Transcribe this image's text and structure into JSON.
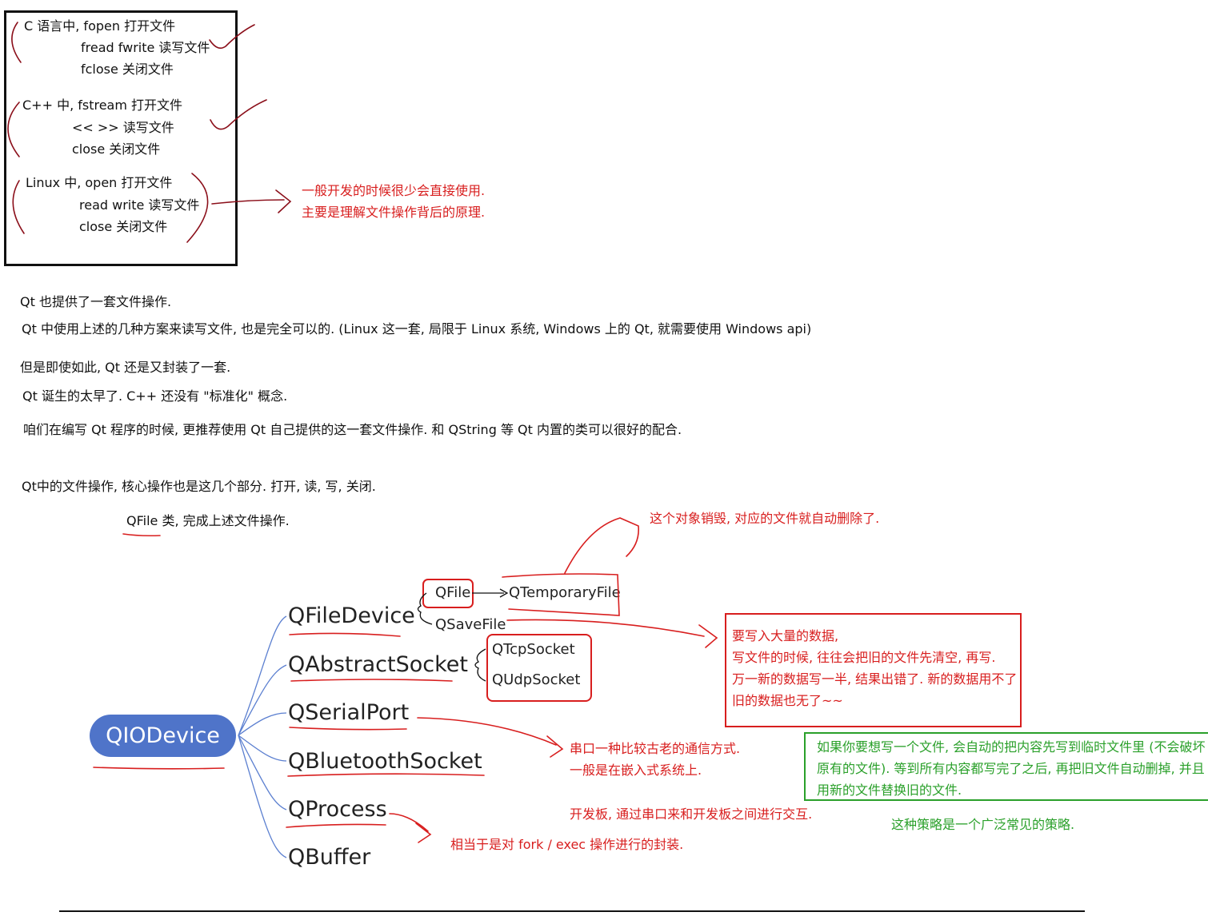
{
  "c_block": {
    "line1": "C 语言中, fopen 打开文件",
    "line2": "fread  fwrite 读写文件",
    "line3": "fclose 关闭文件"
  },
  "cpp_block": {
    "line1": "C++ 中, fstream 打开文件",
    "line2": "<<  >>   读写文件",
    "line3": "close 关闭文件"
  },
  "linux_block": {
    "line1": "Linux 中, open 打开文件",
    "line2": "read write 读写文件",
    "line3": "close 关闭文件"
  },
  "linux_note": {
    "line1": "一般开发的时候很少会直接使用.",
    "line2": "主要是理解文件操作背后的原理."
  },
  "paragraphs": {
    "p1": "Qt 也提供了一套文件操作.",
    "p2": "Qt 中使用上述的几种方案来读写文件, 也是完全可以的. (Linux 这一套, 局限于 Linux 系统, Windows 上的 Qt, 就需要使用 Windows api)",
    "p3": "但是即使如此, Qt 还是又封装了一套.",
    "p4": "Qt 诞生的太早了. C++ 还没有 \"标准化\" 概念.",
    "p5": "咱们在编写 Qt 程序的时候, 更推荐使用 Qt 自己提供的这一套文件操作. 和 QString 等 Qt 内置的类可以很好的配合.",
    "p6": "Qt中的文件操作, 核心操作也是这几个部分. 打开, 读, 写, 关闭.",
    "p7": "QFile 类, 完成上述文件操作."
  },
  "tree": {
    "root": "QIODevice",
    "children": [
      "QFileDevice",
      "QAbstractSocket",
      "QSerialPort",
      "QBluetoothSocket",
      "QProcess",
      "QBuffer"
    ],
    "file_children": [
      "QFile",
      "QSaveFile"
    ],
    "qfile_child": "QTemporaryFile",
    "socket_children": [
      "QTcpSocket",
      "QUdpSocket"
    ]
  },
  "notes": {
    "temporary": "这个对象销毁, 对应的文件就自动删除了.",
    "savefile": [
      "要写入大量的数据,",
      "写文件的时候, 往往会把旧的文件先清空, 再写.",
      "万一新的数据写一半, 结果出错了. 新的数据用不了",
      "旧的数据也无了~~"
    ],
    "serial": [
      "串口一种比较古老的通信方式.",
      "一般是在嵌入式系统上."
    ],
    "devboard": "开发板, 通过串口来和开发板之间进行交互.",
    "process": "相当于是对 fork / exec 操作进行的封装.",
    "strategy": [
      "如果你要想写一个文件, 会自动的把内容先写到临时文件里 (不会破坏",
      "原有的文件). 等到所有内容都写完了之后, 再把旧文件自动删掉, 并且",
      "用新的文件替换旧的文件."
    ],
    "strategy_footer": "这种策略是一个广泛常见的策略."
  },
  "colors": {
    "root_fill": "#4f74c9",
    "connector": "#5b7fd0",
    "annotation_red": "#d81e1e",
    "annotation_green": "#2aa02a"
  }
}
